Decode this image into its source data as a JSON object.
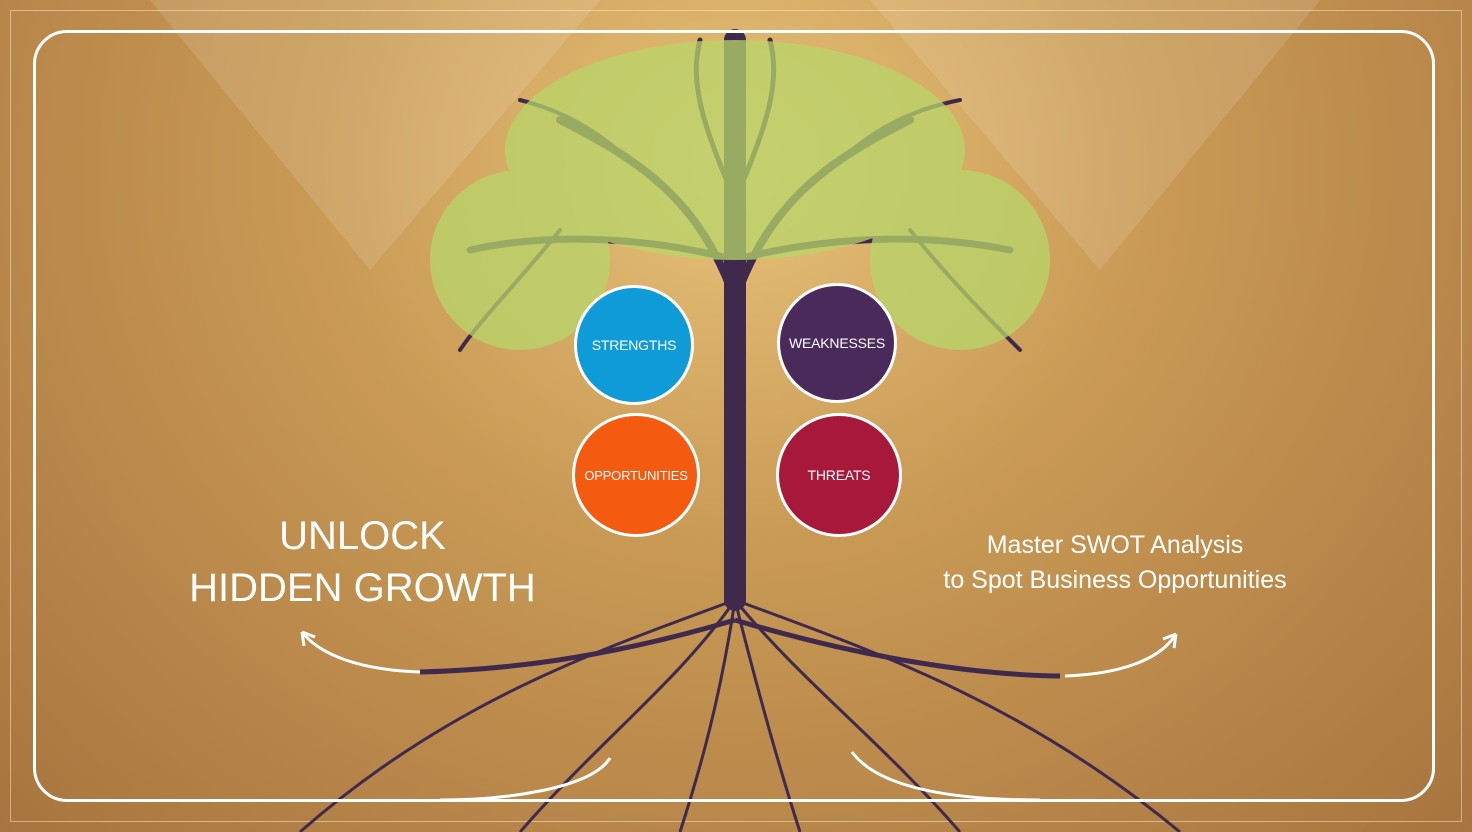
{
  "swot": {
    "strengths": "STRENGTHS",
    "weaknesses": "WEAKNESSES",
    "opportunities": "OPPORTUNITIES",
    "threats": "THREATS"
  },
  "headline": {
    "line1": "UNLOCK",
    "line2": "HIDDEN GROWTH"
  },
  "subtitle": {
    "line1": "Master SWOT Analysis",
    "line2": "to Spot Business Opportunities"
  },
  "colors": {
    "strengths": "#0f9bd8",
    "weaknesses": "#4a2a5a",
    "opportunities": "#f45a10",
    "threats": "#a8183a",
    "trunk": "#3f2a4e",
    "leaves": "#b8d66a"
  }
}
